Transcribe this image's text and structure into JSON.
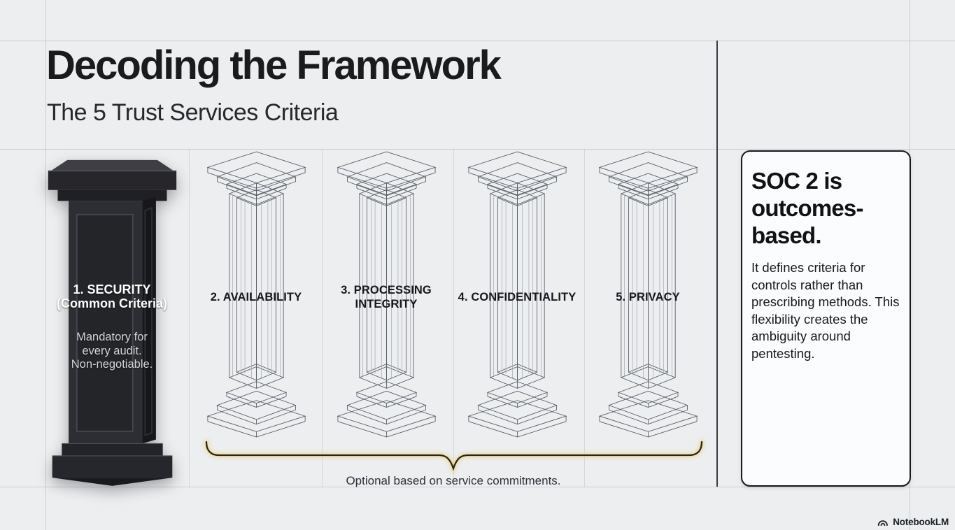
{
  "slide": {
    "title": "Decoding the Framework",
    "subtitle": "The 5 Trust Services Criteria"
  },
  "pillars": [
    {
      "style": "solid",
      "label": "1. SECURITY",
      "sublabel": "(Common Criteria)",
      "note_lines": [
        "Mandatory for",
        "every audit.",
        "Non-negotiable."
      ]
    },
    {
      "style": "wireframe",
      "label": "2. AVAILABILITY"
    },
    {
      "style": "wireframe",
      "label": "3. PROCESSING INTEGRITY"
    },
    {
      "style": "wireframe",
      "label": "4. CONFIDENTIALITY"
    },
    {
      "style": "wireframe",
      "label": "5. PRIVACY"
    }
  ],
  "bracket": {
    "caption": "Optional based on service commitments.",
    "line_color": "#2b2415",
    "glow_color": "#ecd9a0"
  },
  "aside": {
    "title": "SOC 2 is outcomes-based.",
    "body": "It defines criteria for controls rather than prescribing methods. This flexibility creates the ambiguity around pentesting."
  },
  "footer": {
    "brand": "NotebookLM"
  },
  "colors": {
    "background": "#eceef0",
    "card_background": "#fbfcfd",
    "ink": "#17181a",
    "solid_pillar": "#26262b"
  }
}
